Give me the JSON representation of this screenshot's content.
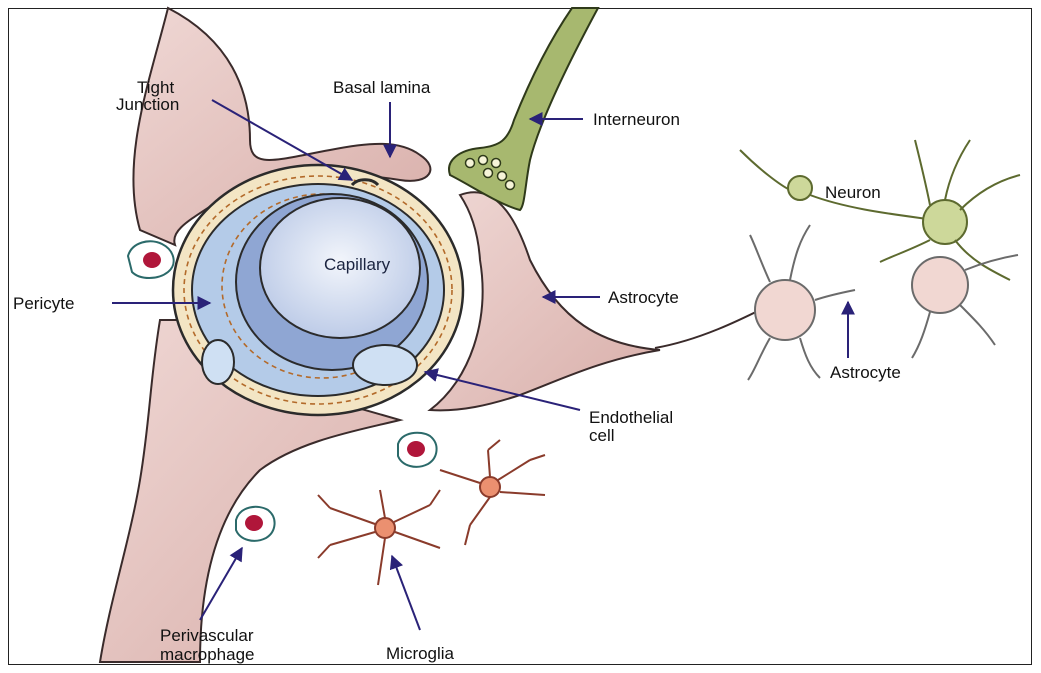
{
  "labels": {
    "tight_junction": [
      "Tight",
      "Junction"
    ],
    "basal_lamina": "Basal lamina",
    "interneuron": "Interneuron",
    "neuron": "Neuron",
    "capillary": "Capillary",
    "pericyte": "Pericyte",
    "astrocyte_left": "Astrocyte",
    "astrocyte_right": "Astrocyte",
    "endothelial_cell": [
      "Endothelial",
      "cell"
    ],
    "perivascular_macrophage": [
      "Perivascular",
      "macrophage"
    ],
    "microglia": "Microglia"
  },
  "colors": {
    "arrow": "#2a2278",
    "astrocyte_fill": "#e6c5c2",
    "interneuron_fill": "#a7b86f",
    "neuron_fill": "#cdd89a",
    "endothelial_fill": "#aebfdf",
    "lumen_fill": "#d7e1f1",
    "basal_fill": "#f3e5c4",
    "microglia_fill": "#eb9070",
    "macrophage_nucleus": "#b0163a"
  }
}
